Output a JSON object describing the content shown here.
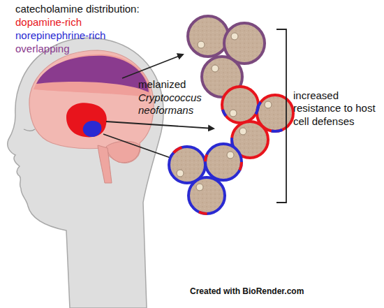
{
  "diagram": {
    "labels": [
      "catecholamine distribution:",
      "dopamine-rich",
      "norepinephrine-rich",
      "overlapping",
      "melanized",
      "Cryptococcus neoformans",
      "increased resistance to host cell defenses",
      "Created with BioRender.com"
    ]
  }
}
